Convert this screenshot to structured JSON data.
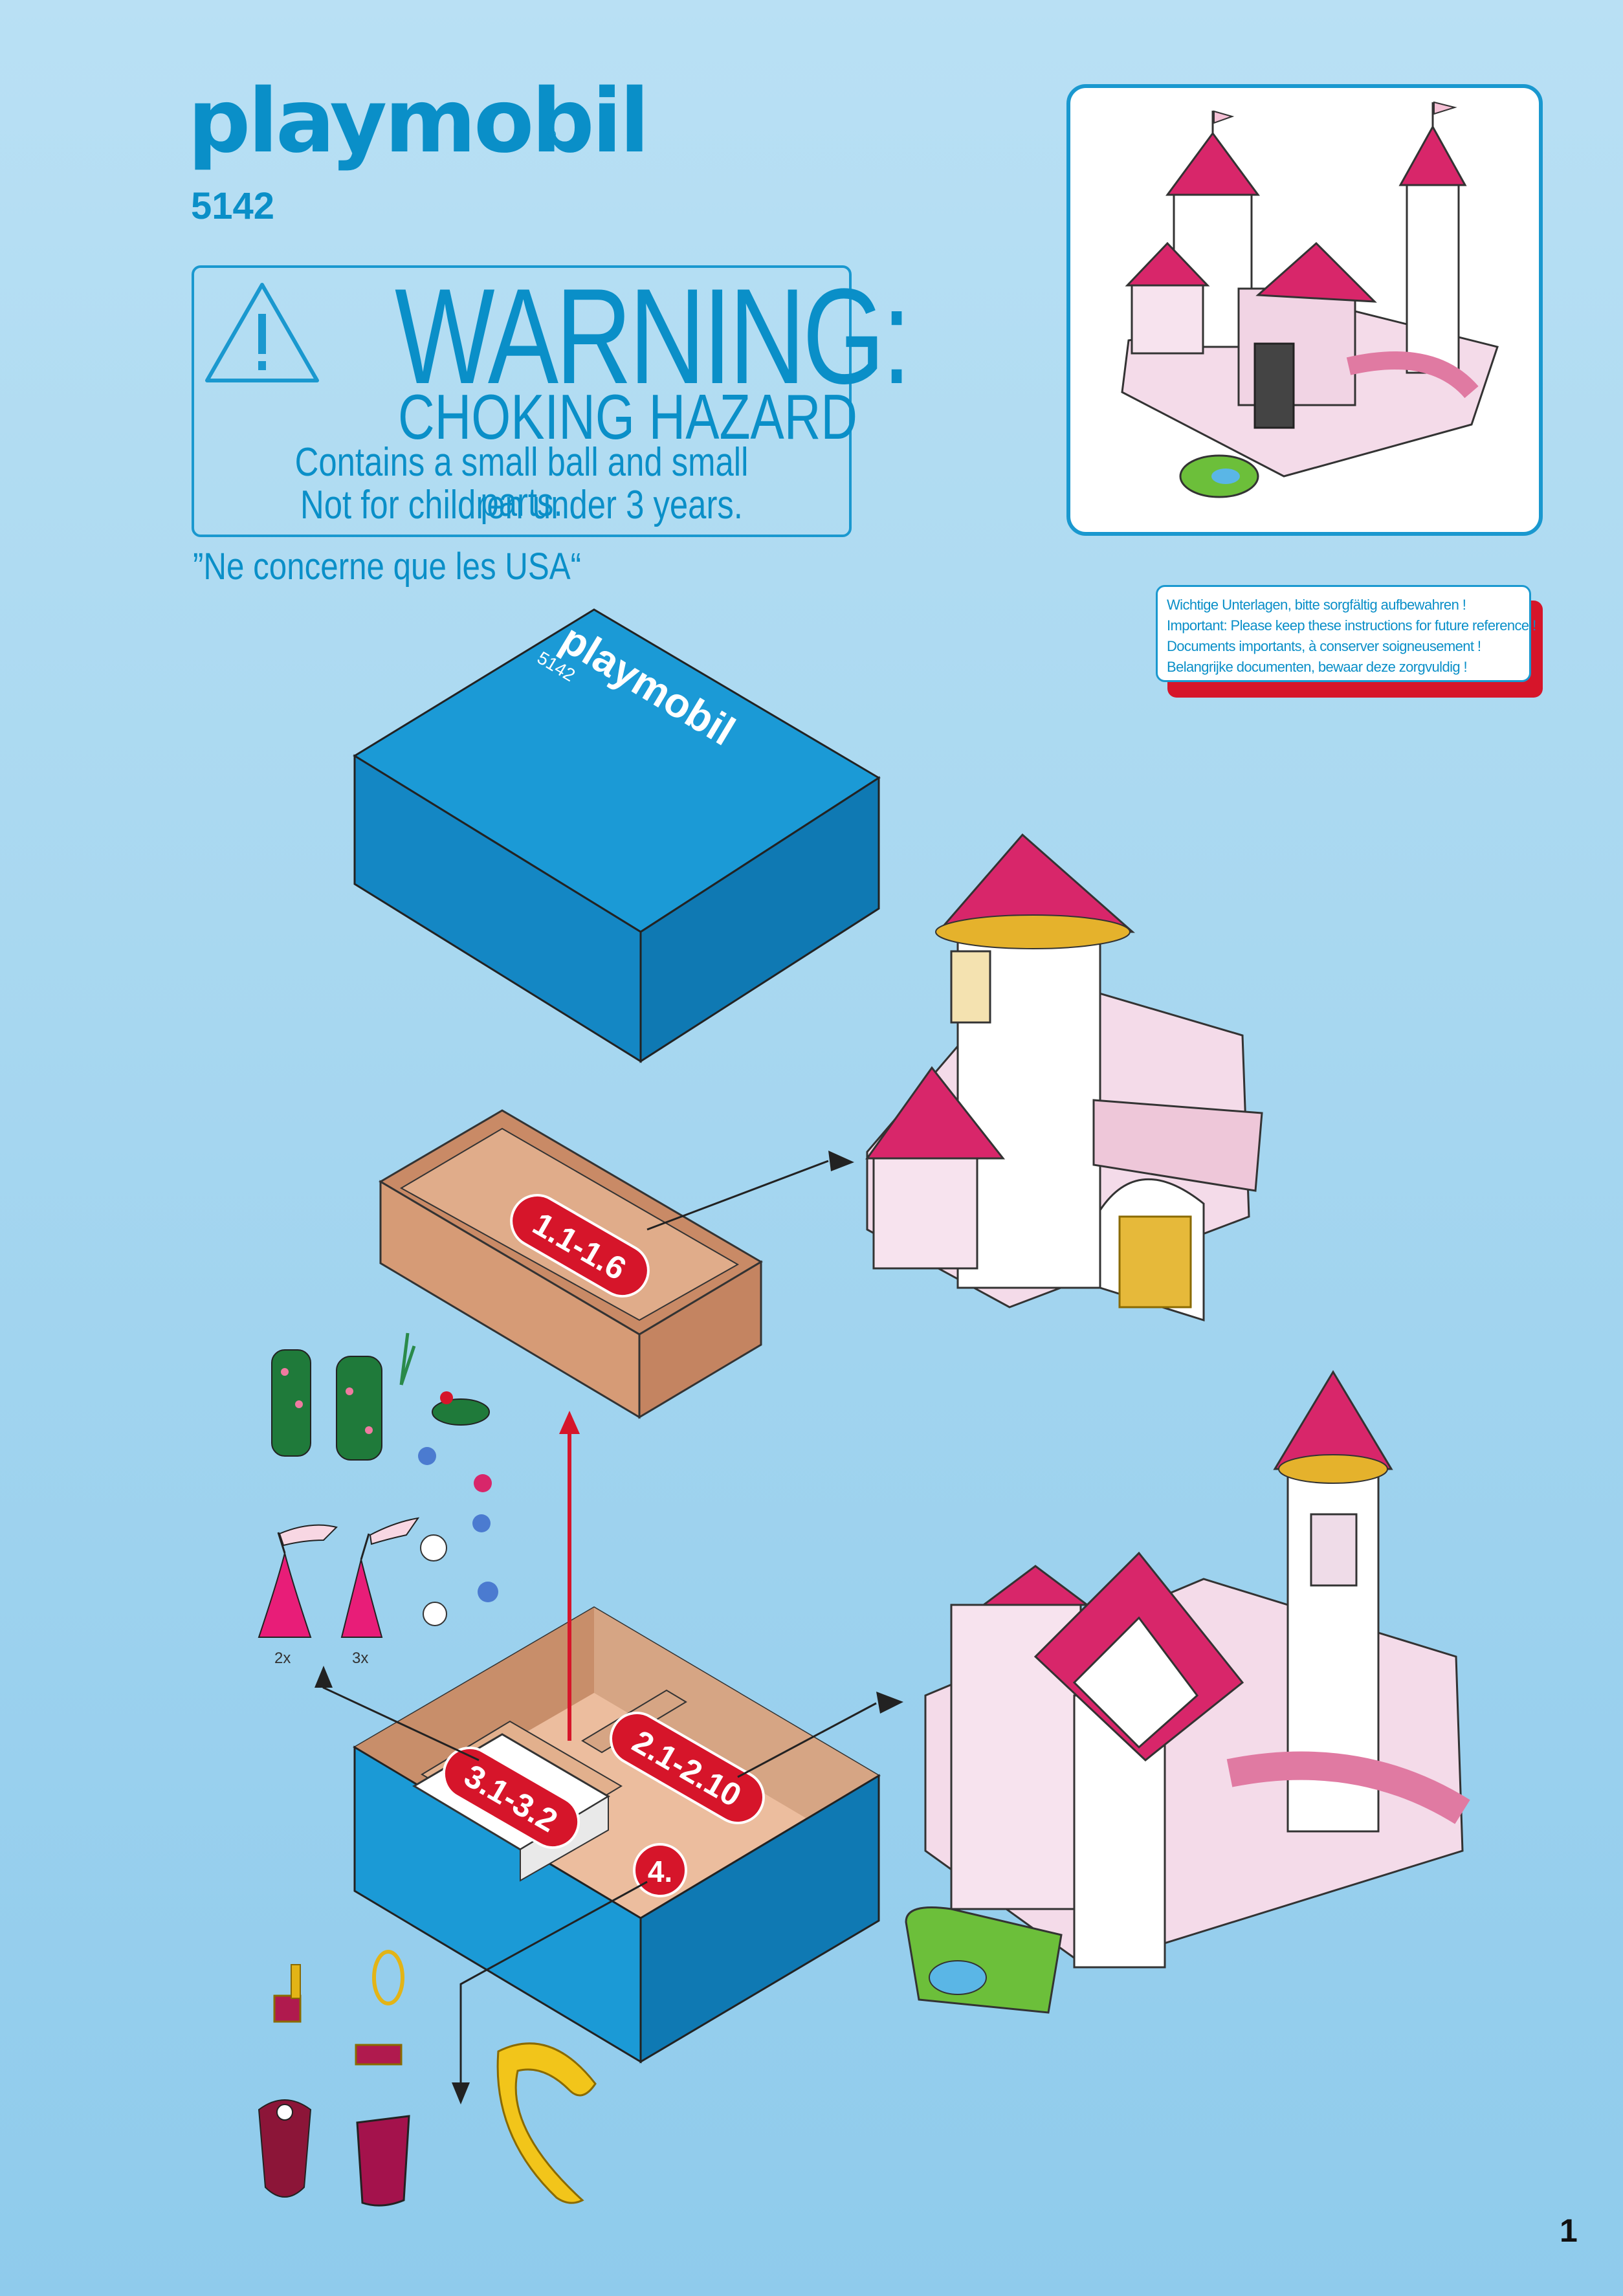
{
  "brand": {
    "logo": "playmobil",
    "registered_mark": "®",
    "set_number": "5142"
  },
  "warning": {
    "title": "WARNING:",
    "subtitle": "CHOKING HAZARD",
    "line1": "Contains a small ball and small parts.",
    "line2": "Not for children under 3 years.",
    "usa_note": "”Ne concerne que les USA“"
  },
  "notice": {
    "lines": [
      "Wichtige Unterlagen, bitte sorgfältig aufbewahren !",
      "Important: Please keep these instructions for future reference !",
      "Documents importants, à conserver soigneusement !",
      "Belangrijke documenten, bewaar deze zorgvuldig !"
    ]
  },
  "box": {
    "lid_logo": "playmobil",
    "lid_number": "5142"
  },
  "steps": {
    "upper_tray": "1.1-1.6",
    "compartment_main": "2.1-2.10",
    "compartment_bag": "3.1-3.2",
    "compartment_small": "4."
  },
  "quantities": {
    "flag_tower_a": "2x",
    "flag_tower_b": "3x"
  },
  "page": {
    "number": "1"
  },
  "colors": {
    "brand_blue": "#0a8fc8",
    "box_blue": "#1b9ad6",
    "cardboard": "#d69b76",
    "step_red": "#d6152a",
    "roof_pink": "#d8266a"
  }
}
